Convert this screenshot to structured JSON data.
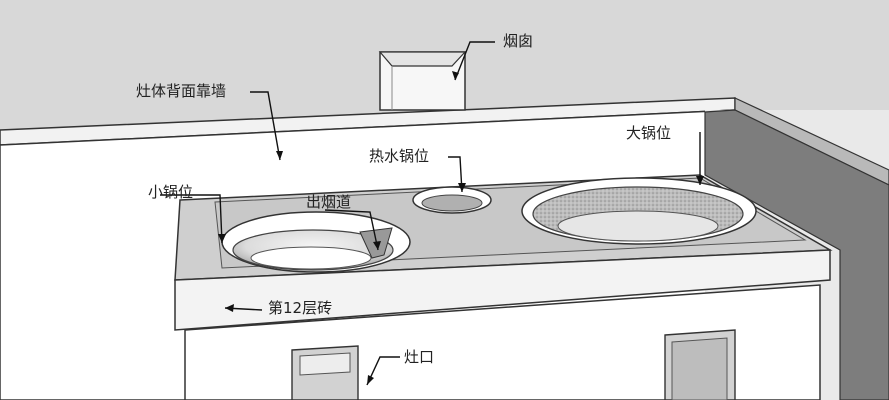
{
  "diagram": {
    "labels": {
      "chimney": "烟囱",
      "back_wall": "灶体背面靠墙",
      "hot_water_pot": "热水锅位",
      "big_pot": "大锅位",
      "small_pot": "小锅位",
      "smoke_outlet": "出烟道",
      "layer12_brick": "第12层砖",
      "firebox_opening": "灶口"
    }
  }
}
